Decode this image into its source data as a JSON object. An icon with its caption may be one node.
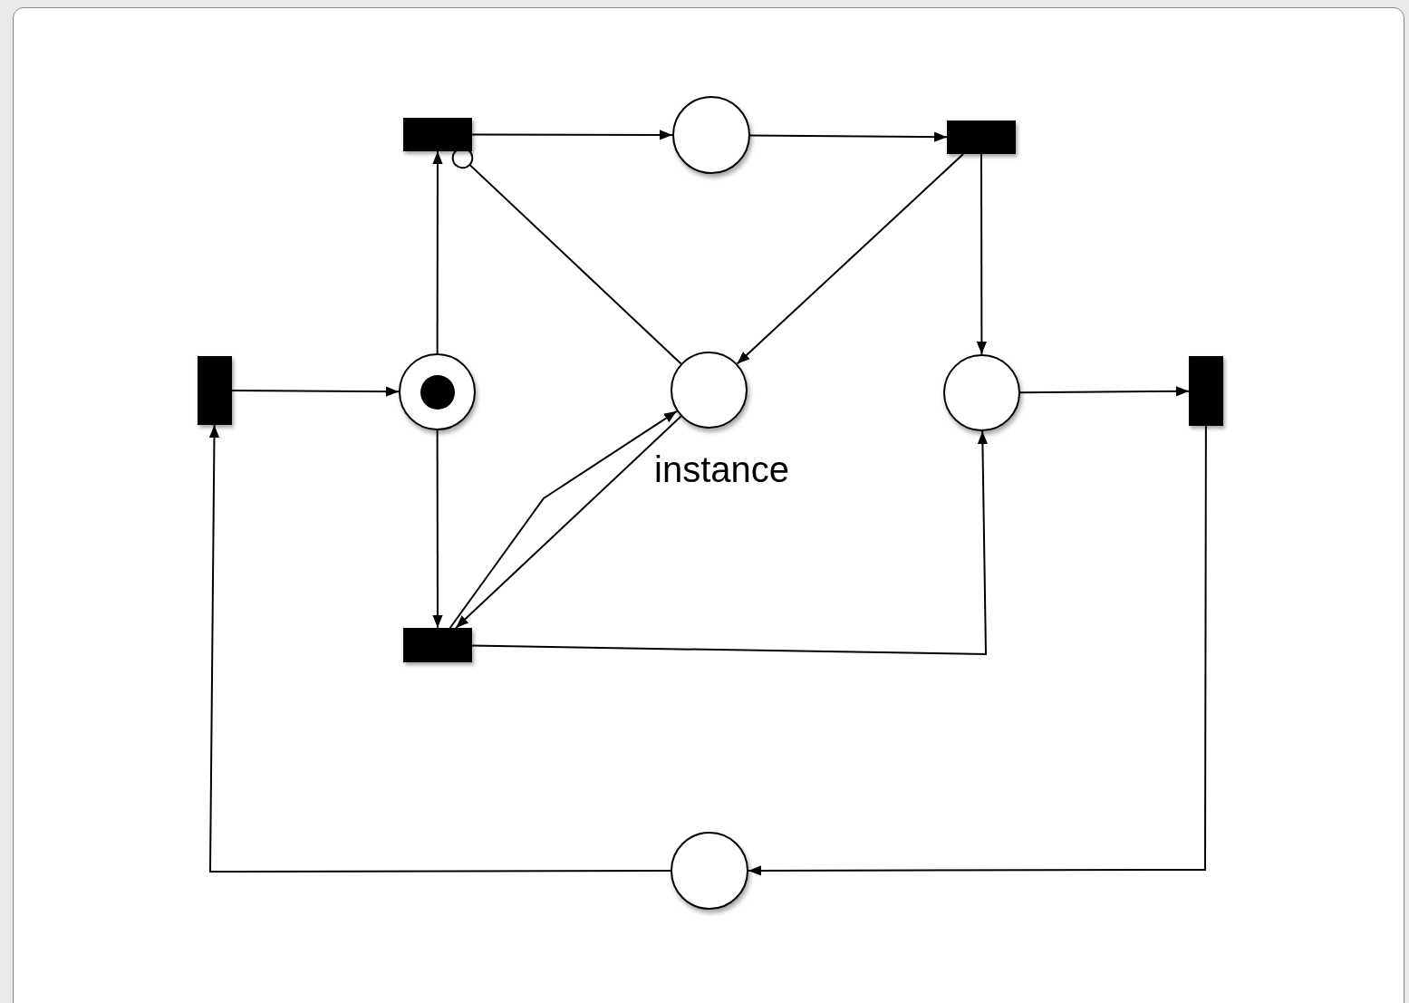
{
  "diagram": {
    "nodes": [
      {
        "text": [],
        "shape": "box"
      },
      {
        "text": [],
        "shape": "circle"
      },
      {
        "text": [],
        "shape": "box"
      },
      {
        "text": [],
        "shape": "box"
      },
      {
        "text": [],
        "shape": "circle"
      },
      {
        "text": [],
        "shape": "circle"
      },
      {
        "text": [],
        "shape": "circle"
      },
      {
        "text": [],
        "shape": "box"
      },
      {
        "text": [],
        "shape": "box"
      },
      {
        "text": [],
        "shape": "circle"
      }
    ],
    "edges": [
      {
        "from": 0,
        "to": 1,
        "arrow": "to"
      },
      {
        "from": 1,
        "to": 2,
        "arrow": "to"
      },
      {
        "from": 2,
        "to": 5,
        "arrow": "to"
      },
      {
        "from": 2,
        "to": 6,
        "arrow": "to"
      },
      {
        "from": 5,
        "to": 0,
        "arrow": "other"
      },
      {
        "from": 3,
        "to": 4,
        "arrow": "to"
      },
      {
        "from": 4,
        "to": 0,
        "arrow": "to"
      },
      {
        "from": 4,
        "to": 8,
        "arrow": "to"
      },
      {
        "from": 5,
        "to": 8,
        "arrow": "to"
      },
      {
        "from": 8,
        "to": 5,
        "arrow": "to"
      },
      {
        "from": 8,
        "to": 6,
        "arrow": "to"
      },
      {
        "from": 6,
        "to": 7,
        "arrow": "to"
      },
      {
        "from": 7,
        "to": 9,
        "arrow": "to"
      },
      {
        "from": 9,
        "to": 3,
        "arrow": "to"
      }
    ],
    "labels": [
      "instance"
    ]
  }
}
